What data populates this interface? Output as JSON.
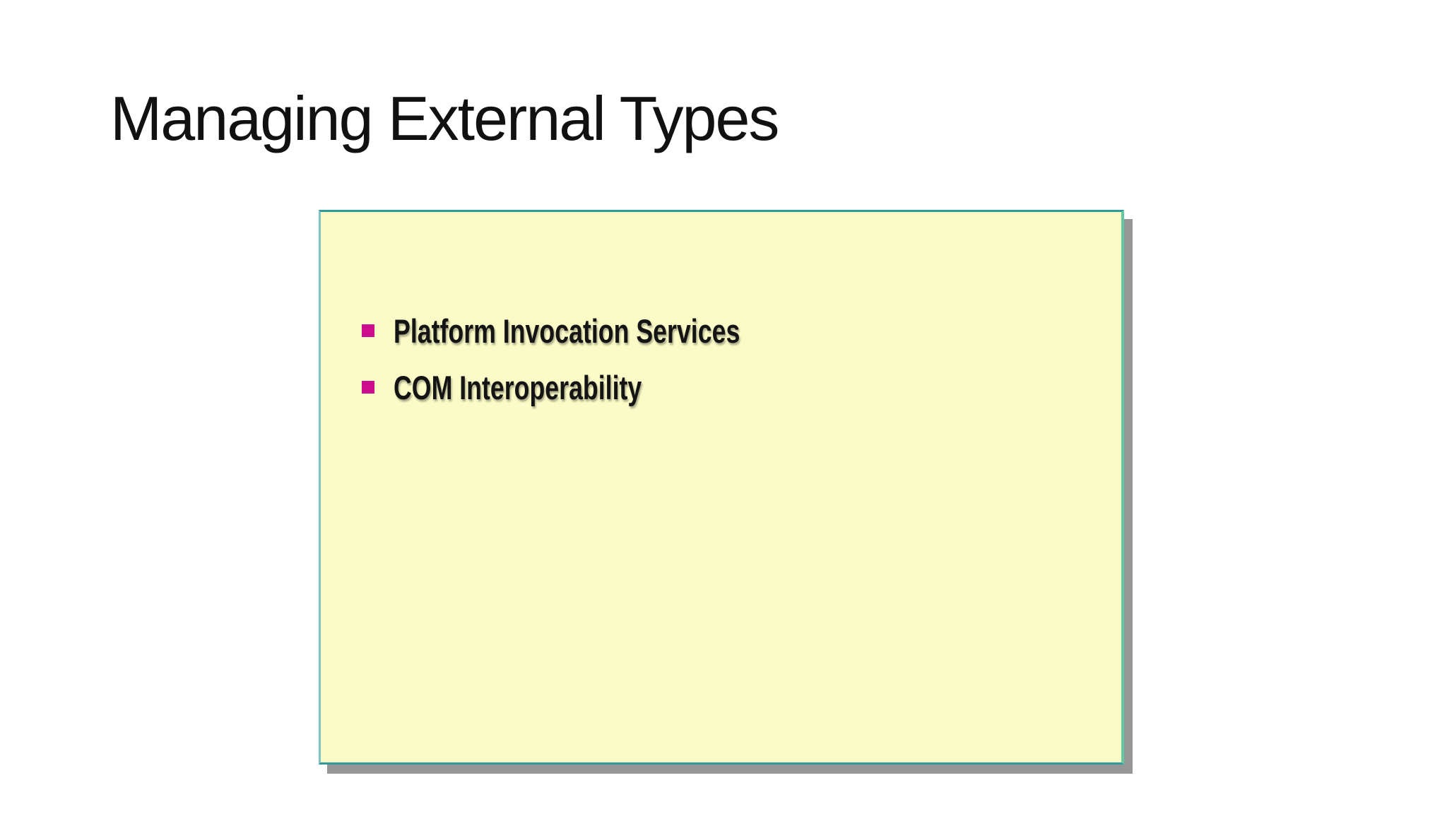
{
  "slide": {
    "title": "Managing External Types",
    "panel": {
      "bullets": [
        {
          "label": "Platform Invocation Services"
        },
        {
          "label": "COM Interoperability"
        }
      ]
    },
    "colors": {
      "title_text": "#111111",
      "panel_fill": "#FBFBC8",
      "panel_border_teal": "#2E9A9A",
      "panel_border_left": "#7EC6C6",
      "panel_border_right": "#63C9A2",
      "shadow": "#969696",
      "bullet": "#CC0D8D",
      "bullet_text": "#141414"
    }
  }
}
